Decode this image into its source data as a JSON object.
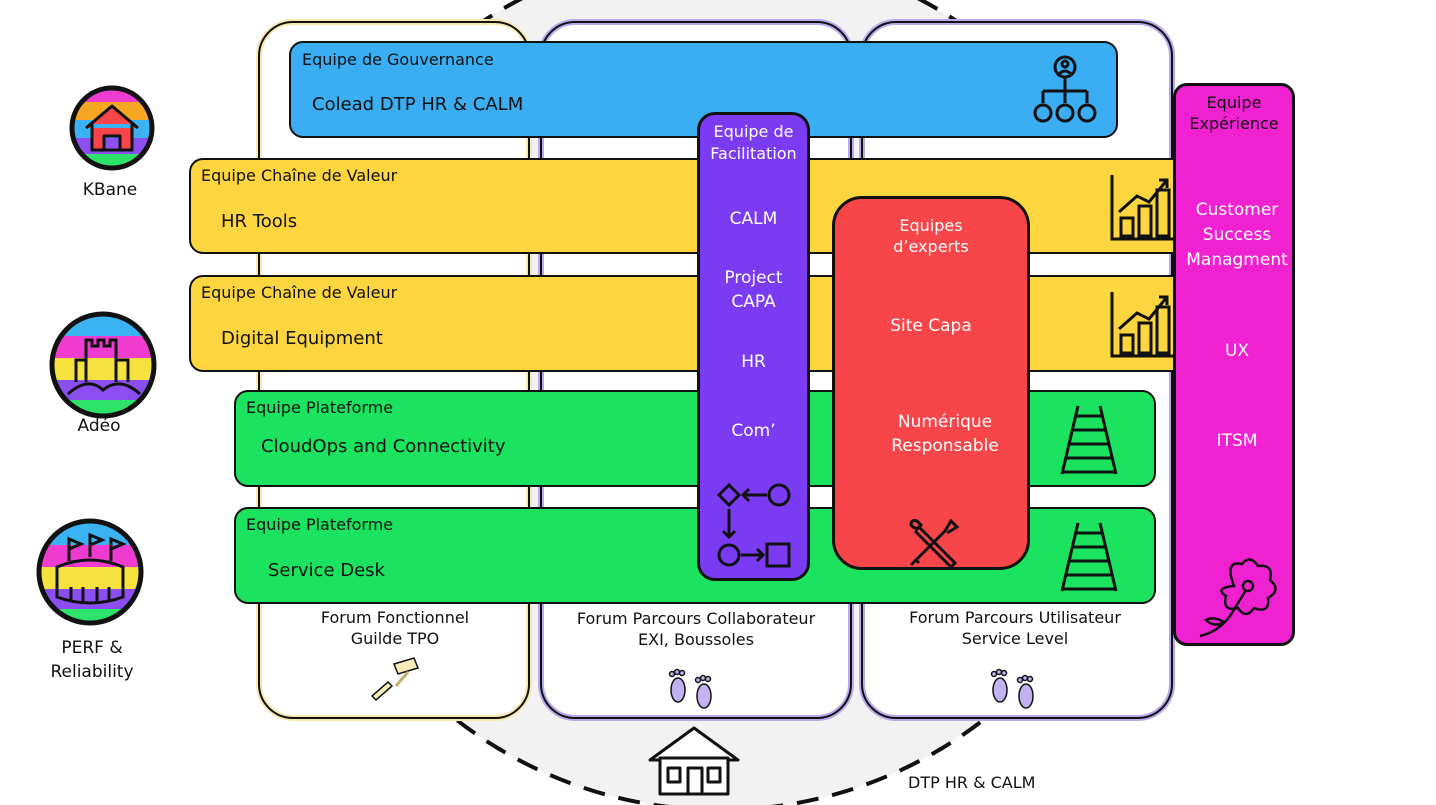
{
  "left_labels": [
    "KBane",
    "Adéo",
    "PERF &\nReliability"
  ],
  "governance": {
    "title": "Equipe de Gouvernance",
    "name": "Colead DTP HR & CALM"
  },
  "value_chain": [
    {
      "title": "Equipe Chaîne de Valeur",
      "name": "HR Tools"
    },
    {
      "title": "Equipe Chaîne de Valeur",
      "name": "Digital Equipment"
    }
  ],
  "platform": [
    {
      "title": "Equipe Plateforme",
      "name": "CloudOps and Connectivity"
    },
    {
      "title": "Equipe Plateforme",
      "name": "Service Desk"
    }
  ],
  "facilitation": {
    "title": "Equipe de\nFacilitation",
    "items": [
      "CALM",
      "Project\nCAPA",
      "HR",
      "Com’"
    ]
  },
  "experts": {
    "title": "Equipes\nd’experts",
    "items": [
      "Site Capa",
      "Numérique\nResponsable"
    ]
  },
  "experience": {
    "title": "Equipe\nExpérience",
    "items": [
      "Customer\nSuccess\nManagment",
      "UX",
      "ITSM"
    ]
  },
  "forums": [
    "Forum Fonctionnel\nGuilde TPO",
    "Forum Parcours Collaborateur\nEXI, Boussoles",
    "Forum Parcours Utilisateur\nService Level"
  ],
  "footer": "DTP HR & CALM",
  "colors": {
    "governance": "#3badf3",
    "value_chain": "#fcd53f",
    "platform": "#1be35f",
    "facilitation": "#7a3bf2",
    "experts": "#f7454a",
    "experience": "#f021d0",
    "column_left_border": "#f8e9b0",
    "column_border": "#b9a8ee",
    "circle_fill": "#f2f2f2"
  }
}
